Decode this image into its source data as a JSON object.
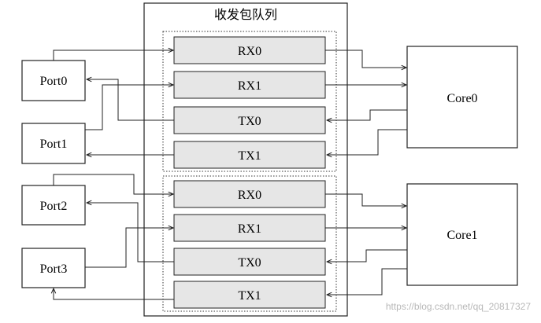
{
  "title": "收发包队列",
  "ports": [
    {
      "id": "port0",
      "label": "Port0"
    },
    {
      "id": "port1",
      "label": "Port1"
    },
    {
      "id": "port2",
      "label": "Port2"
    },
    {
      "id": "port3",
      "label": "Port3"
    }
  ],
  "cores": [
    {
      "id": "core0",
      "label": "Core0"
    },
    {
      "id": "core1",
      "label": "Core1"
    }
  ],
  "queue_groups": [
    {
      "id": "group-core0",
      "queues": [
        "RX0",
        "RX1",
        "TX0",
        "TX1"
      ]
    },
    {
      "id": "group-core1",
      "queues": [
        "RX0",
        "RX1",
        "TX0",
        "TX1"
      ]
    }
  ],
  "watermark": "https://blog.csdn.net/qq_20817327",
  "colors": {
    "queue_fill": "#e6e6e6",
    "line": "#222222",
    "watermark": "#b8b8b8"
  }
}
